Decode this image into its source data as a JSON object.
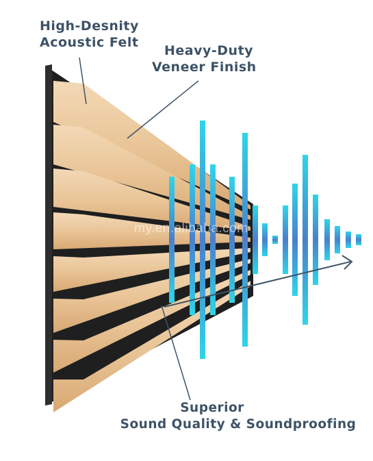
{
  "labels": {
    "felt": [
      "High-Desnity",
      "Acoustic Felt"
    ],
    "veneer": [
      "Heavy-Duty",
      "Veneer Finish"
    ],
    "sound": [
      "Superior",
      "Sound Quality & Soundproofing"
    ]
  },
  "watermark": "my.en.alibaba.com",
  "colors": {
    "text": "#3d5266",
    "felt": "#1c1c1c",
    "wood_light": "#f0d3ad",
    "wood_mid": "#e2b887",
    "wave_top": "#2dd3e6",
    "wave_bottom": "#4a78c8",
    "pointer_line": "#3d5266"
  },
  "icons": [
    "sound-wave-graphic",
    "arrow-right-icon"
  ]
}
